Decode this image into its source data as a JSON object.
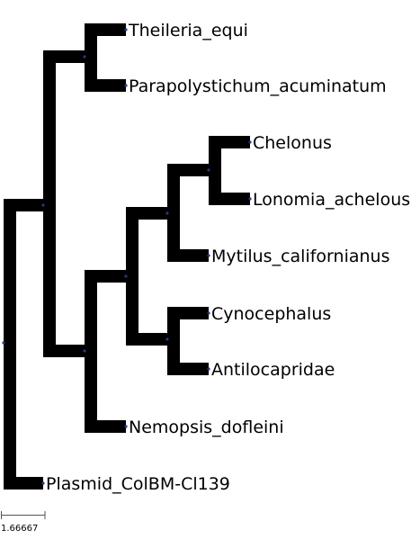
{
  "tree": {
    "branch_color": "#000000",
    "node_color": "#1f3a8a",
    "leaves": [
      {
        "id": "theileria",
        "label": "Theileria_equi"
      },
      {
        "id": "parapolystichum",
        "label": "Parapolystichum_acuminatum"
      },
      {
        "id": "chelonus",
        "label": "Chelonus"
      },
      {
        "id": "lonomia",
        "label": "Lonomia_achelous"
      },
      {
        "id": "mytilus",
        "label": "Mytilus_californianus"
      },
      {
        "id": "cynocephalus",
        "label": "Cynocephalus"
      },
      {
        "id": "antilocapridae",
        "label": "Antilocapridae"
      },
      {
        "id": "nemopsis",
        "label": "Nemopsis_dofleini"
      },
      {
        "id": "plasmid",
        "label": "Plasmid_ColBM-Cl139"
      }
    ]
  },
  "scale_bar": {
    "label": "1.66667"
  }
}
